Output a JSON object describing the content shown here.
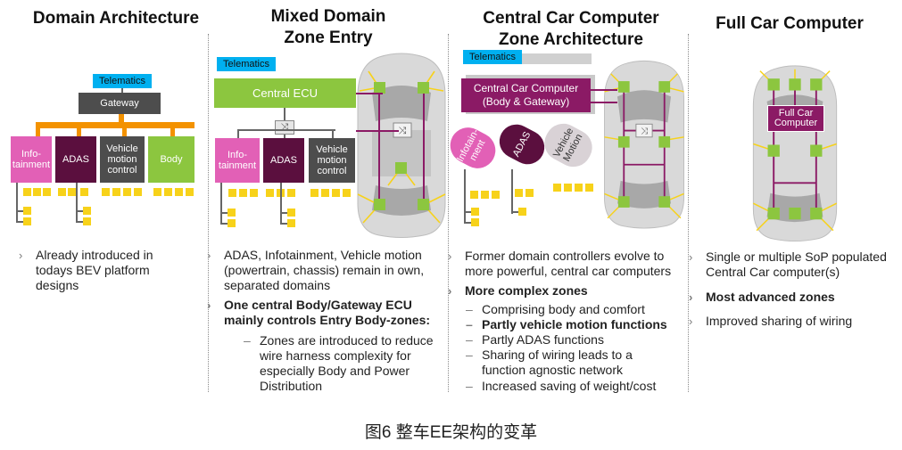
{
  "columns": [
    {
      "title_lines": [
        "Domain Architecture"
      ],
      "telematics": "Telematics",
      "gateway": "Gateway",
      "domains": [
        "Info-\ntainment",
        "ADAS",
        "Vehicle\nmotion\ncontrol",
        "Body"
      ],
      "bullets": [
        "Already introduced in todays BEV platform designs"
      ]
    },
    {
      "title_lines": [
        "Mixed Domain",
        "Zone Entry"
      ],
      "telematics": "Telematics",
      "central_ecu": "Central ECU",
      "domains": [
        "Info-\ntainment",
        "ADAS",
        "Vehicle\nmotion\ncontrol"
      ],
      "bullets": [
        "ADAS, Infotainment, Vehicle motion (powertrain, chassis) remain in own, separated domains",
        "One central Body/Gateway ECU mainly controls Entry Body-zones:"
      ],
      "sub_bullets": [
        "Zones are introduced to reduce wire harness complexity for especially Body and Power Distribution"
      ]
    },
    {
      "title_lines": [
        "Central Car Computer",
        "Zone Architecture"
      ],
      "telematics": "Telematics",
      "ccc": "Central Car Computer\n(Body & Gateway)",
      "domains": [
        "Infotain-\nment",
        "ADAS",
        "Vehicle\nMotion"
      ],
      "bullets": [
        "Former domain controllers evolve to more powerful, central car computers",
        "More complex zones"
      ],
      "sub_bullets": [
        "Comprising body and comfort",
        "Partly vehicle motion functions",
        "Partly ADAS functions",
        "Sharing of wiring leads to a function agnostic network",
        "Increased saving of weight/cost"
      ]
    },
    {
      "title_lines": [
        "Full Car Computer"
      ],
      "fcc": "Full Car\nComputer",
      "bullets": [
        "Single or multiple SoP populated Central Car computer(s)",
        "Most advanced zones",
        "Improved sharing of wiring"
      ]
    }
  ],
  "bullet_marker": "›",
  "sub_marker": "–",
  "caption": "图6 整车EE架构的变革",
  "colors": {
    "telematics": "#00b0f0",
    "gateway": "#4d4d4d",
    "pink": "#e260b6",
    "plum": "#5b0f3e",
    "green": "#8cc63f",
    "orange": "#f39200",
    "zone": "#f7d21a",
    "ccc": "#8b1a65"
  }
}
